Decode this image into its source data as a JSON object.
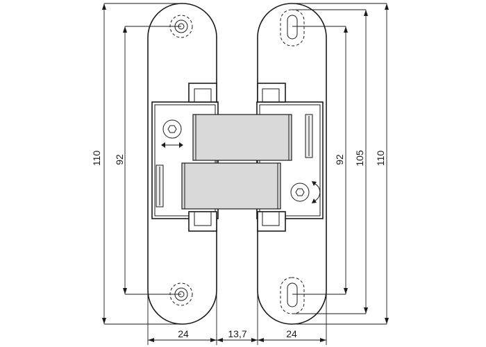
{
  "dimensions": {
    "left_height": "110",
    "left_hole_spacing": "92",
    "right_hole_spacing": "92",
    "right_inner_height": "105",
    "right_height": "110",
    "left_leaf_width": "24",
    "gap_width": "13,7",
    "right_leaf_width": "24"
  },
  "colors": {
    "line": "#1a1a1a",
    "body_fill": "#d9d9d9",
    "background": "#ffffff"
  },
  "icons": {
    "horizontal_adjust": "double-arrow-horizontal-icon",
    "rotate_adjust": "rotate-arrows-icon",
    "hex_screw": "hex-socket-screw-icon"
  }
}
